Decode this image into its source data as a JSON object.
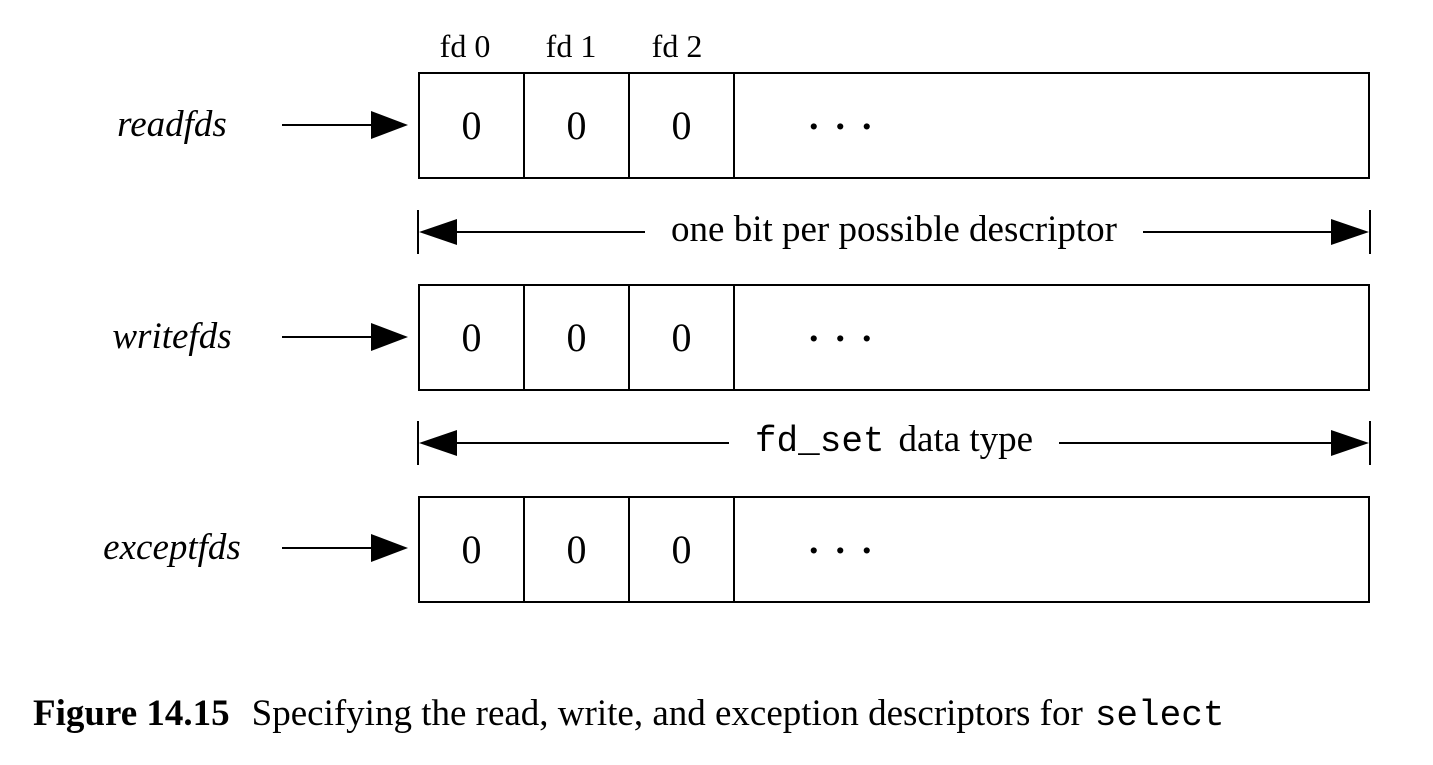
{
  "figure": {
    "fd_labels": [
      "fd 0",
      "fd 1",
      "fd 2"
    ],
    "rows": [
      {
        "label": "readfds",
        "cells": [
          "0",
          "0",
          "0"
        ],
        "dots": "..."
      },
      {
        "label": "writefds",
        "cells": [
          "0",
          "0",
          "0"
        ],
        "dots": "..."
      },
      {
        "label": "exceptfds",
        "cells": [
          "0",
          "0",
          "0"
        ],
        "dots": "..."
      }
    ],
    "annotations": [
      {
        "text": "one bit per possible descriptor"
      },
      {
        "code": "fd_set",
        "text": "data type"
      }
    ],
    "caption": {
      "figure_label": "Figure 14.15",
      "text": "Specifying the read, write, and exception descriptors for",
      "code": "select"
    }
  },
  "colors": {
    "ink": "#000000",
    "background": "#ffffff"
  }
}
